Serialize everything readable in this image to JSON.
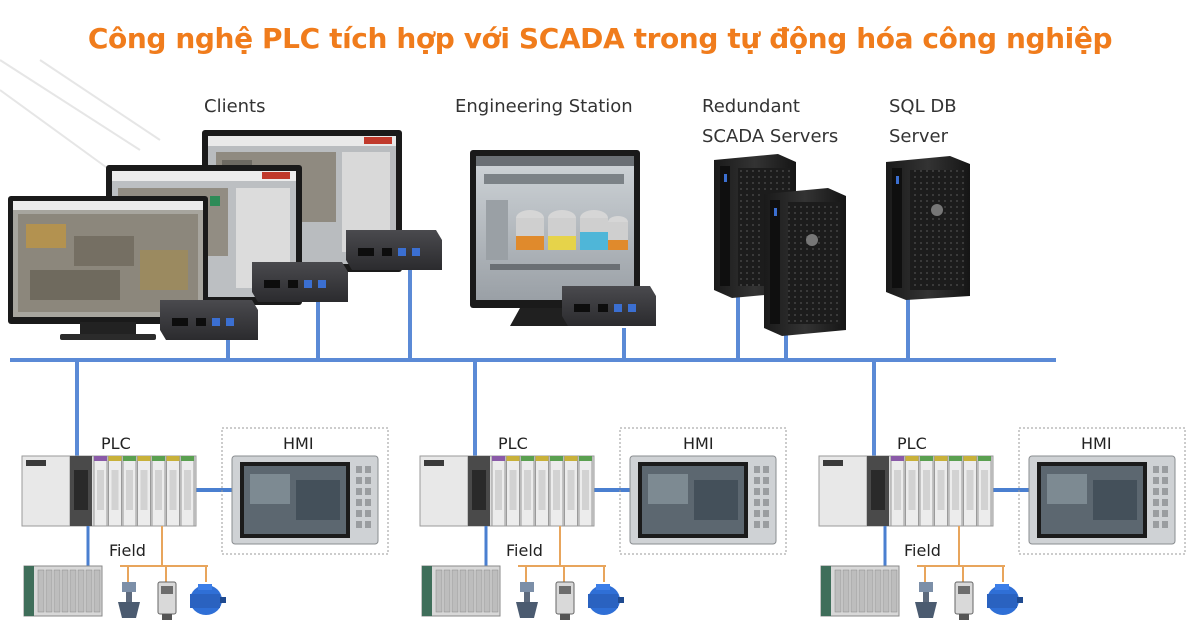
{
  "title": "Công nghệ PLC tích hợp với SCADA trong tự động hóa công nghiệp",
  "labels": {
    "clients": "Clients",
    "engineering_station": "Engineering Station",
    "redundant_line1": "Redundant",
    "redundant_line2": "SCADA Servers",
    "sqldb_line1": "SQL DB",
    "sqldb_line2": "Server"
  },
  "cells": [
    {
      "plc": "PLC",
      "hmi": "HMI",
      "field": "Field"
    },
    {
      "plc": "PLC",
      "hmi": "HMI",
      "field": "Field"
    },
    {
      "plc": "PLC",
      "hmi": "HMI",
      "field": "Field"
    }
  ],
  "colors": {
    "title": "#f07c1c",
    "network": "#5b8ad6",
    "field_line": "#e8a55c",
    "plc_to_hmi": "#4a7fd0"
  }
}
